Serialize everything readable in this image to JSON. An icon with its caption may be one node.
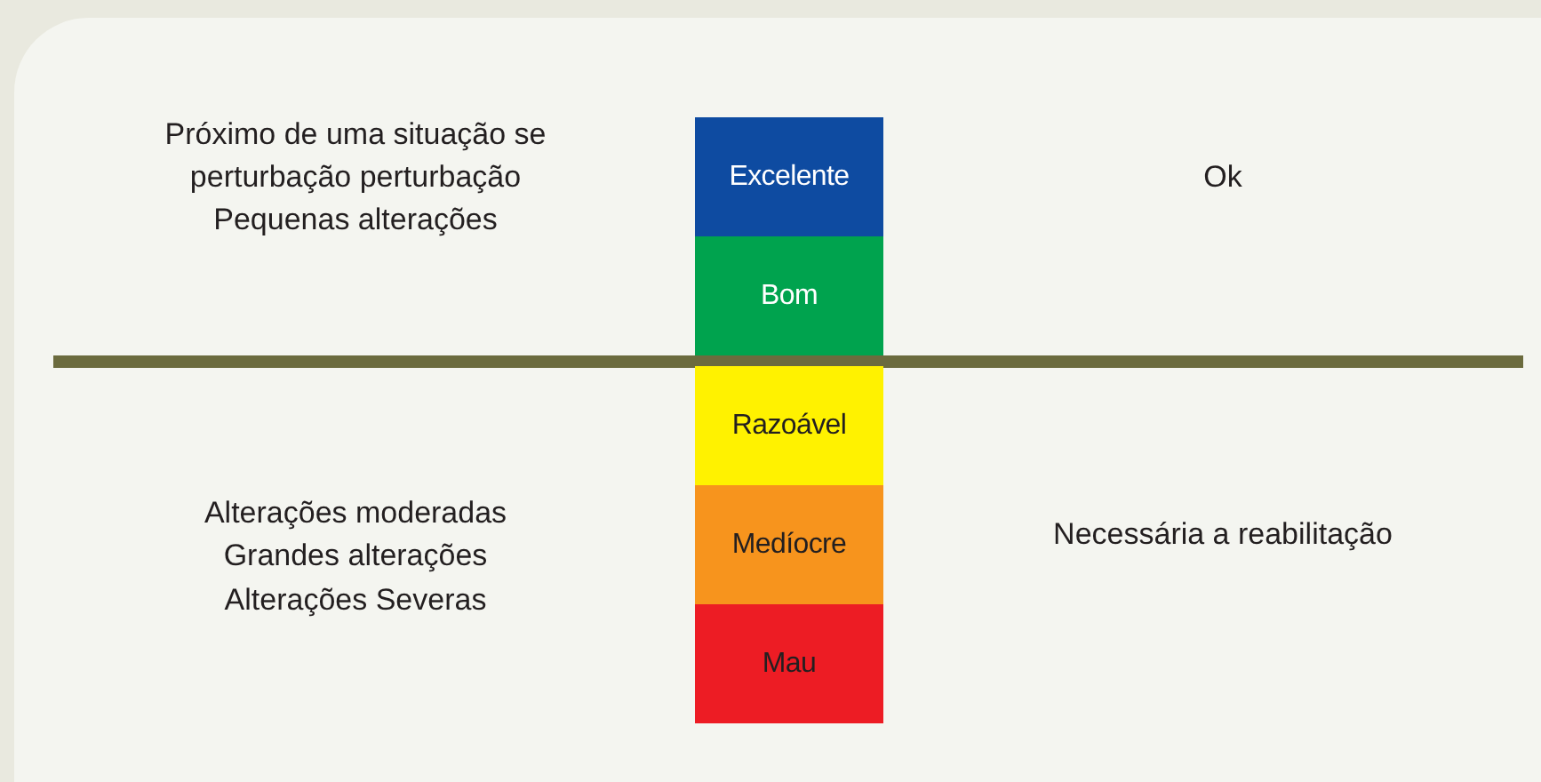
{
  "diagram": {
    "nodes": [
      {
        "text": [
          "Excelente"
        ]
      },
      {
        "text": [
          "Bom"
        ]
      },
      {
        "text": [
          "Razoável"
        ]
      },
      {
        "text": [
          "Medíocre"
        ]
      },
      {
        "text": [
          "Mau"
        ]
      }
    ],
    "labels": [
      "Próximo de uma situação se",
      "perturbação perturbação",
      "Pequenas alterações",
      "Ok",
      "Alterações moderadas",
      "Grandes alterações",
      "Alterações Severas",
      "Necessária a reabilitação"
    ]
  }
}
